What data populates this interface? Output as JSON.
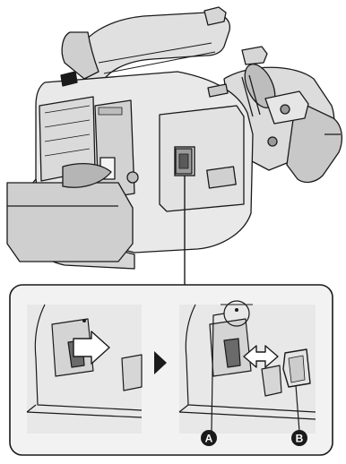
{
  "labels": {
    "callout_a": "A",
    "callout_b": "B"
  },
  "colors": {
    "body_light": "#e9e9e9",
    "body_mid": "#bdbdbd",
    "body_dark": "#7a7a7a",
    "outline": "#1a1a1a",
    "detail_bg": "#f2f2f2",
    "arrow_fill": "#ffffff",
    "callout_fill": "#1a1a1a"
  },
  "icons": [
    "camcorder-illustration",
    "insert-arrow-icon",
    "step-triangle-icon",
    "eject-arrow-icon",
    "sd-card-icon"
  ]
}
